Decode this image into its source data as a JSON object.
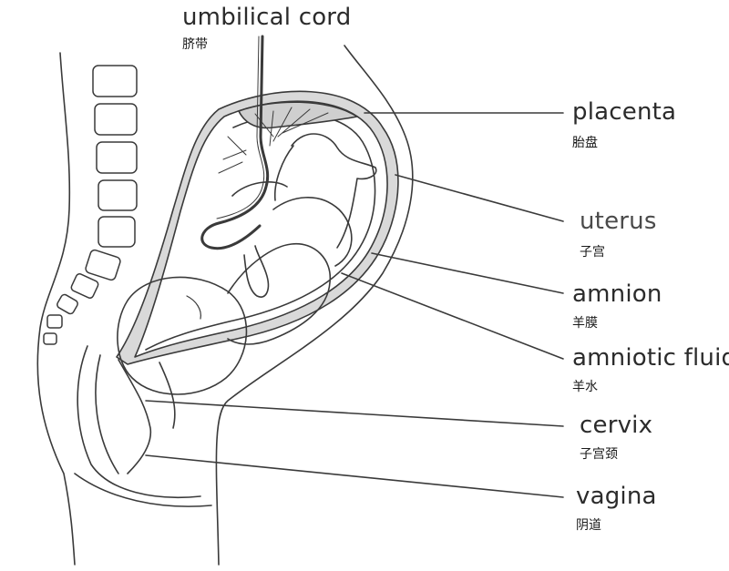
{
  "labels": {
    "umbilical_cord": {
      "en": "umbilical cord",
      "zh": "脐带"
    },
    "placenta": {
      "en": "placenta",
      "zh": "胎盘"
    },
    "uterus": {
      "en": "uterus",
      "zh": "子宫"
    },
    "amnion": {
      "en": "amnion",
      "zh": "羊膜"
    },
    "amniotic_fluid": {
      "en": "amniotic fluid",
      "zh": "羊水"
    },
    "cervix": {
      "en": "cervix",
      "zh": "子宫颈"
    },
    "vagina": {
      "en": "vagina",
      "zh": "阴道"
    }
  },
  "colors": {
    "line": "#3a3a3a",
    "uterus_wall": "#9a9a9a",
    "placenta_fill": "#d9d9d9",
    "text": "#2b2b2b"
  }
}
